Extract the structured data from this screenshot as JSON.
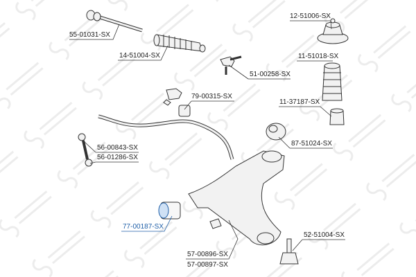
{
  "watermark": "STELLOX",
  "colors": {
    "highlight": "#1f5fa8",
    "line": "#333333",
    "part_fill": "#f2f2f2"
  },
  "parts": [
    {
      "id": "tie-rod",
      "label": "55-01031-SX"
    },
    {
      "id": "steering-boot",
      "label": "14-51004-SX"
    },
    {
      "id": "strut-mount",
      "label": "12-51006-SX"
    },
    {
      "id": "dust-boot",
      "label": "11-51018-SX"
    },
    {
      "id": "tie-rod-end",
      "label": "51-00258-SX"
    },
    {
      "id": "stabilizer-bushing",
      "label": "79-00315-SX"
    },
    {
      "id": "bump-stop",
      "label": "11-37187-SX"
    },
    {
      "id": "arm-bushing-rear",
      "label": "87-51024-SX"
    },
    {
      "id": "stabilizer-link-a",
      "label": "56-00843-SX"
    },
    {
      "id": "stabilizer-link-b",
      "label": "56-01286-SX"
    },
    {
      "id": "arm-bushing-front",
      "label": "77-00187-SX",
      "highlighted": true
    },
    {
      "id": "control-arm-a",
      "label": "57-00896-SX"
    },
    {
      "id": "control-arm-b",
      "label": "57-00897-SX"
    },
    {
      "id": "ball-joint",
      "label": "52-51004-SX"
    }
  ]
}
